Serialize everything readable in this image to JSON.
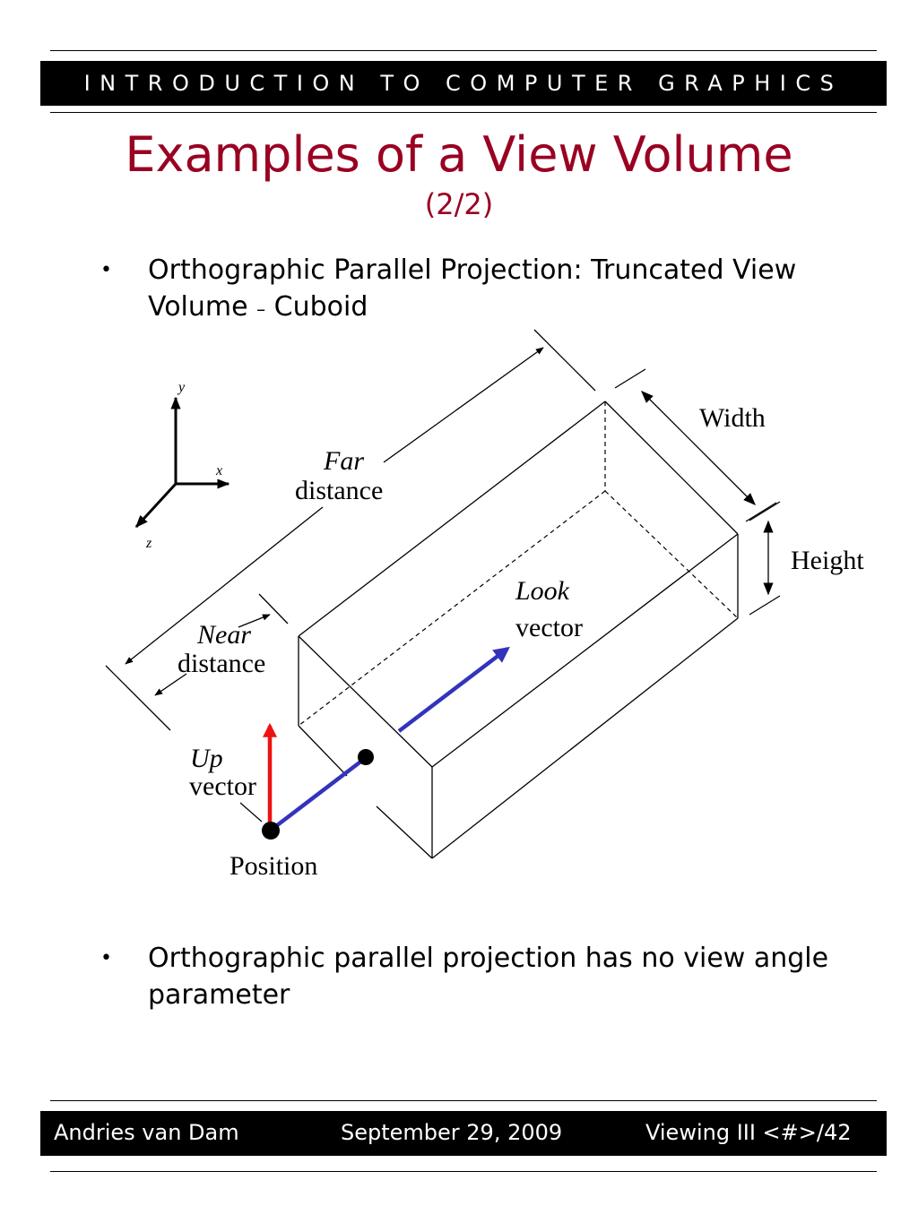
{
  "header": {
    "course_title": "INTRODUCTION TO COMPUTER GRAPHICS"
  },
  "slide": {
    "title": "Examples of a View Volume",
    "subtitle": "(2/2)"
  },
  "bullets": [
    {
      "text_a": "Orthographic Parallel Projection: Truncated View Volume ",
      "dash": "–",
      "text_b": " Cuboid"
    },
    {
      "text": "Orthographic parallel projection has no view angle parameter"
    }
  ],
  "diagram": {
    "axes": {
      "y": "y",
      "x": "x",
      "z": "z"
    },
    "labels": {
      "far_italic": "Far",
      "far_rest": "distance",
      "near_italic": "Near",
      "near_rest": "distance",
      "look_italic": "Look",
      "look_rest": "vector",
      "up_italic": "Up",
      "up_rest": "vector",
      "width": "Width",
      "height": "Height",
      "position": "Position"
    },
    "colors": {
      "up_vector": "#ee1111",
      "look_vector": "#3333bb",
      "ink": "#000000"
    }
  },
  "footer": {
    "author": "Andries van Dam",
    "date": "September 29, 2009",
    "slide_ref": "Viewing III <#>/42"
  }
}
